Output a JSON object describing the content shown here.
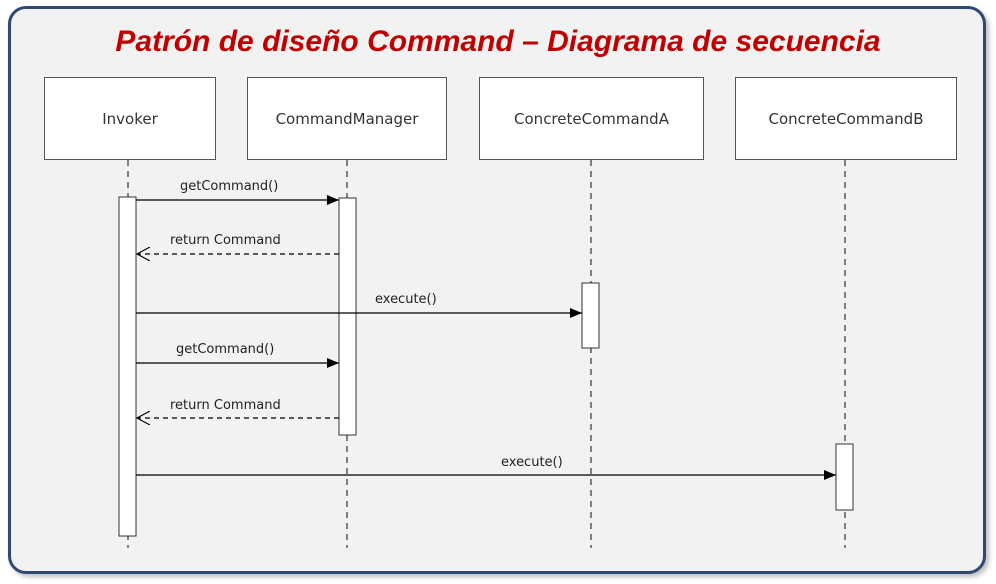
{
  "title": "Patrón de diseño Command – Diagrama de secuencia",
  "participants": [
    "Invoker",
    "CommandManager",
    "ConcreteCommandA",
    "ConcreteCommandB"
  ],
  "messages": [
    {
      "label": "getCommand()",
      "kind": "call"
    },
    {
      "label": "return Command",
      "kind": "return"
    },
    {
      "label": "execute()",
      "kind": "call"
    },
    {
      "label": "getCommand()",
      "kind": "call"
    },
    {
      "label": "return Command",
      "kind": "return"
    },
    {
      "label": "execute()",
      "kind": "call"
    }
  ]
}
